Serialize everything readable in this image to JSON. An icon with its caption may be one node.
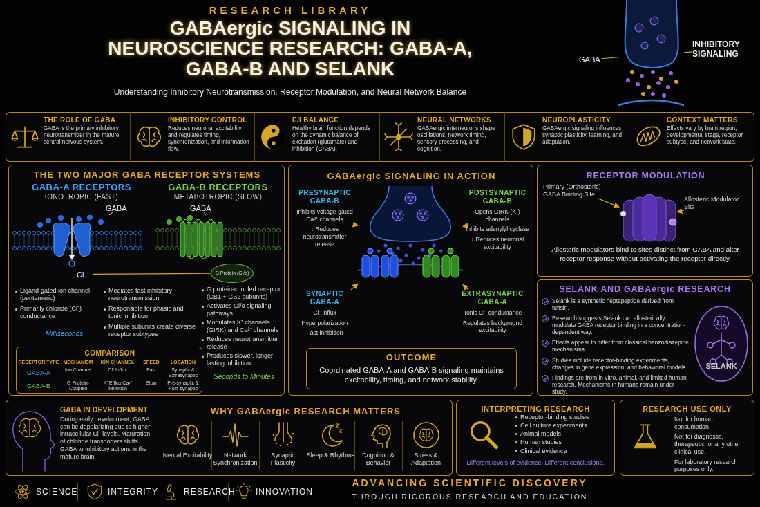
{
  "diagram": {
    "title": "GABAergic SIGNALING IN NEUROSCIENCE RESEARCH: GABA-A, GABA-B AND SELANK",
    "nodes": [
      {
        "text": [
          "GABA"
        ]
      },
      {
        "text": [],
        "shape": "picture"
      },
      {
        "text": [
          "INHIBITORY SIGNALING"
        ]
      },
      {
        "text": [
          "THE ROLE OF GABA",
          "GABA is the primary inhibitory neurotransmitter in the mature central nervous system."
        ]
      },
      {
        "text": [
          "INHIBITORY CONTROL",
          "Reduces neuronal excitability and regulates timing, synchronization, and information flow."
        ]
      },
      {
        "text": [
          "E/I BALANCE",
          "Healthy brain function depends on the dynamic balance of excitation (glutamate) and inhibition (GABA)."
        ]
      },
      {
        "text": [
          "NEURAL NETWORKS",
          "GABAergic interneurons shape oscillations, network timing, sensory processing, and cognition."
        ]
      },
      {
        "text": [
          "NEUROPLASTICITY",
          "GABAergic signaling influences synaptic plasticity, learning, and adaptation."
        ]
      },
      {
        "text": [
          "CONTEXT MATTERS",
          "Effects vary by brain region, developmental stage, receptor subtype, and network state."
        ]
      },
      {
        "text": [
          "THE TWO MAJOR GABA RECEPTOR SYSTEMS",
          "GABA-A RECEPTORS",
          "IONOTROPIC (FAST)",
          "GABA-B RECEPTORS",
          "METABOTROPIC (SLOW)",
          "Ligand-gated ion channel (pentameric)",
          "Primarily chloride (Cl⁻) conductance",
          "Milliseconds",
          "Mediates fast inhibitory neurotransmission",
          "Responsible for phasic and tonic inhibition",
          "Multiple subunits create diverse receptor subtypes",
          "G protein-coupled receptor (GB1 + GB2 subunits)",
          "Activates Gi/o signaling pathways",
          "Modulates K⁺ channels (GIRK) and Ca²⁺ channels",
          "Reduces neurotransmitter release",
          "Produces slower, longer-lasting inhibition",
          "Seconds to Minutes"
        ]
      },
      {
        "text": [],
        "shape": "picture",
        "in": 9
      },
      {
        "text": [
          "GABA"
        ],
        "in": 9
      },
      {
        "text": [
          "Cl⁻"
        ],
        "in": 9
      },
      {
        "text": [],
        "shape": "picture",
        "in": 9
      },
      {
        "text": [
          "GABA"
        ],
        "in": 9
      },
      {
        "text": [
          "G Protein (Gi/o)"
        ],
        "in": 9
      },
      {
        "text": [
          "COMPARISON",
          "RECEPTOR TYPE",
          "MECHANISM",
          "ION CHANNEL",
          "SPEED",
          "LOCATION",
          "GABA-A",
          "Ion Channel",
          "Cl⁻ Influx",
          "Fast",
          "Synaptic & Extrasynaptic",
          "GABA-B",
          "G Protein-Coupled",
          "K⁺ Efflux Ca²⁺ Inhibition",
          "Slow",
          "Pre-synaptic & Post-synaptic"
        ],
        "in": 9
      },
      {
        "text": [
          "GABAergic SIGNALING IN ACTION"
        ]
      },
      {
        "text": [
          "PRESYNAPTIC GABA-B",
          "Inhibits voltage-gated Ca²⁺ channels",
          "↓ Reduces neurotransmitter release"
        ],
        "in": 17
      },
      {
        "text": [
          "POSTSYNAPTIC GABA-B",
          "Opens GIRK (K⁺) channels",
          "Inhibits adenylyl cyclase",
          "↓ Reduces neuronal excitability"
        ],
        "in": 17
      },
      {
        "text": [],
        "shape": "picture",
        "in": 17
      },
      {
        "text": [
          "SYNAPTIC GABA-A",
          "Cl⁻ influx",
          "Hyperpolarization",
          "Fast inhibition"
        ],
        "in": 17
      },
      {
        "text": [
          "EXTRASYNAPTIC GABA-A",
          "Tonic Cl⁻ conductance",
          "Regulates background excitability"
        ],
        "in": 17
      },
      {
        "text": [
          "OUTCOME",
          "Coordinated GABA-A and GABA-B signaling maintains excitability, timing, and network stability."
        ],
        "in": 17
      },
      {
        "text": [
          "RECEPTOR MODULATION",
          "Allosteric modulators bind to sites distinct from GABA and alter receptor response without activating the receptor directly."
        ]
      },
      {
        "text": [
          "Primary (Orthosteric) GABA Binding Site"
        ],
        "in": 24
      },
      {
        "text": [
          "Allosteric Modulator Site"
        ],
        "in": 24
      },
      {
        "text": [],
        "shape": "picture",
        "in": 24
      },
      {
        "text": [
          "SELANK AND GABAergic RESEARCH",
          "Selank is a synthetic heptapeptide derived from tuftsin.",
          "Research suggests Selank can allosterically modulate GABA receptor binding in a concentration-dependent way.",
          "Effects appear to differ from classical benzodiazepine mechanisms.",
          "Studies include receptor-binding experiments, changes in gene expression, and behavioral models.",
          "Findings are from in vitro, animal, and limited human research. Mechanisms in humans remain under study."
        ]
      },
      {
        "text": [
          "SELANK"
        ],
        "in": 28
      },
      {
        "text": [
          "GABA IN DEVELOPMENT",
          "During early development, GABA can be depolarizing due to higher intracellular Cl⁻ levels. Maturation of chloride transporters shifts GABA to inhibitory actions in the mature brain."
        ]
      },
      {
        "text": [
          "WHY GABAergic RESEARCH MATTERS",
          "Neural Excitability",
          "Network Synchronization",
          "Synaptic Plasticity",
          "Sleep & Rhythms",
          "Cognition & Behavior",
          "Stress & Adaptation"
        ]
      },
      {
        "text": [
          "INTERPRETING RESEARCH",
          "Receptor-binding studies",
          "Cell culture experiments",
          "Animal models",
          "Human studies",
          "Clinical evidence",
          "Different levels of evidence. Different conclusions."
        ]
      },
      {
        "text": [
          "RESEARCH USE ONLY",
          "Not for human consumption.",
          "Not for diagnostic, therapeutic, or any other clinical use.",
          "For laboratory research purposes only."
        ]
      }
    ],
    "edges": [
      {
        "from": 0,
        "to": 1,
        "arrow": "none"
      },
      {
        "from": 2,
        "to": 1,
        "arrow": "none"
      },
      {
        "from": 11,
        "to": 10,
        "arrow": "none"
      },
      {
        "from": 14,
        "to": 13,
        "arrow": "none"
      },
      {
        "from": 12,
        "to": 15,
        "arrow": "none"
      },
      {
        "from": 18,
        "to": 20,
        "arrow": "to"
      },
      {
        "from": 19,
        "to": 20,
        "arrow": "to"
      },
      {
        "from": 21,
        "to": 20,
        "arrow": "to"
      },
      {
        "from": 22,
        "to": 20,
        "arrow": "to"
      },
      {
        "from": 25,
        "to": 27,
        "arrow": "to"
      },
      {
        "from": 26,
        "to": 27,
        "arrow": "to"
      }
    ],
    "labels": [
      "RESEARCH LIBRARY",
      "Understanding Inhibitory Neurotransmission, Receptor Modulation, and Neural Network Balance",
      "SCIENCE",
      "INTEGRITY",
      "RESEARCH",
      "INNOVATION",
      "ADVANCING SCIENTIFIC DISCOVERY",
      "THROUGH RIGOROUS RESEARCH AND EDUCATION"
    ]
  }
}
